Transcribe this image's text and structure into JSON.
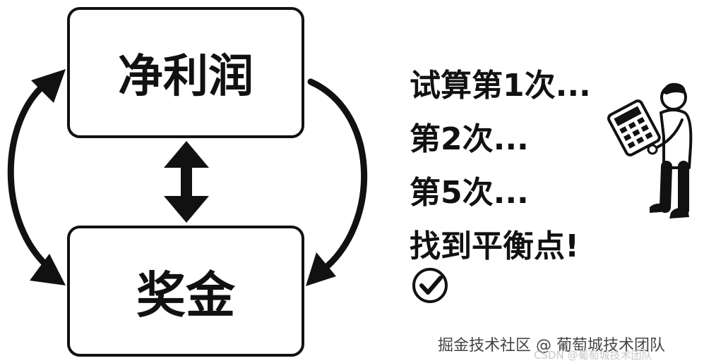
{
  "diagram": {
    "top_box_label": "净利润",
    "bottom_box_label": "奖金",
    "steps": [
      "试算第1次...",
      "第2次...",
      "第5次...",
      "找到平衡点!"
    ]
  },
  "watermark": {
    "main": "掘金技术社区 @ 葡萄城技术团队",
    "faint": "CSDN @葡萄城技术团队"
  },
  "colors": {
    "ink": "#111111",
    "background": "#ffffff",
    "watermark": "#444444"
  },
  "icons": [
    "checkmark-circle-icon",
    "person-with-calculator-icon"
  ]
}
